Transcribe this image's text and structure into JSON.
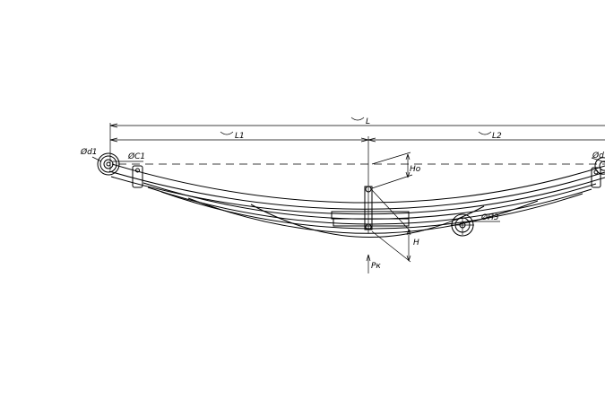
{
  "labels": {
    "overall_length": "L",
    "front_length": "L1",
    "rear_length": "L2",
    "eye_diameter_front": "Ød1",
    "eye_diameter_rear": "Ød",
    "bush_front": "ØC1",
    "bush_shackle": "ØП3",
    "free_height": "Ho",
    "loaded_height": "H",
    "load": "Pк"
  }
}
